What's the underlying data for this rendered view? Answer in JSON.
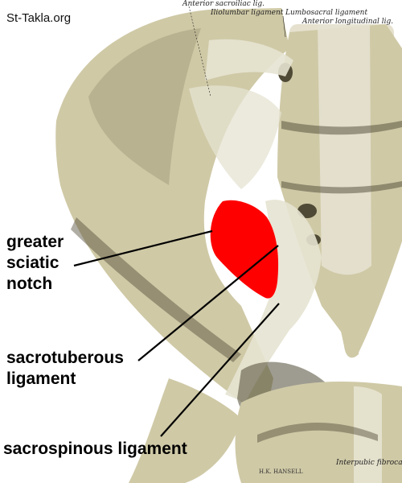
{
  "watermark": "St-Takla.org",
  "illustration": {
    "colors": {
      "bone": "#cfc9a6",
      "bone_shadow": "#8e8867",
      "bone_dark": "#4f4a35",
      "ligament": "#e6e3d2",
      "highlight": "#ff0000",
      "background": "#ffffff"
    },
    "top_labels": {
      "anterior_sacroiliac": "Anterior sacroiliac lig.",
      "iliolumbar": "Iliolumbar ligament",
      "lumbosacral": "Lumbosacral ligament",
      "anterior_longitudinal": "Anterior longitudinal lig."
    },
    "bottom_labels": {
      "interpubic": "Interpubic fibrocar",
      "signature": "H.K. HANSELL"
    }
  },
  "callouts": {
    "greater_sciatic_notch": {
      "line1": "greater",
      "line2": "sciatic",
      "line3": "notch"
    },
    "sacrotuberous": {
      "line1": "sacrotuberous",
      "line2": "ligament"
    },
    "sacrospinous": {
      "line1": "sacrospinous ligament"
    }
  }
}
